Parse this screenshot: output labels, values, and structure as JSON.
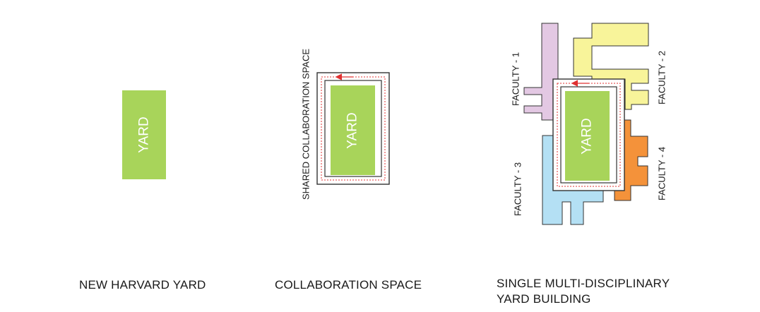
{
  "colors": {
    "yard": "#a8d45a",
    "faculty_1": "#e3c8e3",
    "faculty_2": "#f8f49a",
    "faculty_3": "#b4e0f4",
    "faculty_4": "#f4923a",
    "circulation_arrow": "#e03030",
    "outline": "#333333"
  },
  "panel_1": {
    "yard_label": "YARD",
    "caption": "NEW HARVARD YARD"
  },
  "panel_2": {
    "yard_label": "YARD",
    "side_label": "SHARED COLLABORATION SPACE",
    "caption": "COLLABORATION SPACE"
  },
  "panel_3": {
    "yard_label": "YARD",
    "faculty_1": "FACULTY - 1",
    "faculty_2": "FACULTY - 2",
    "faculty_3": "FACULTY - 3",
    "faculty_4": "FACULTY - 4",
    "caption_line_1": "SINGLE MULTI-DISCIPLINARY",
    "caption_line_2": "YARD BUILDING"
  }
}
